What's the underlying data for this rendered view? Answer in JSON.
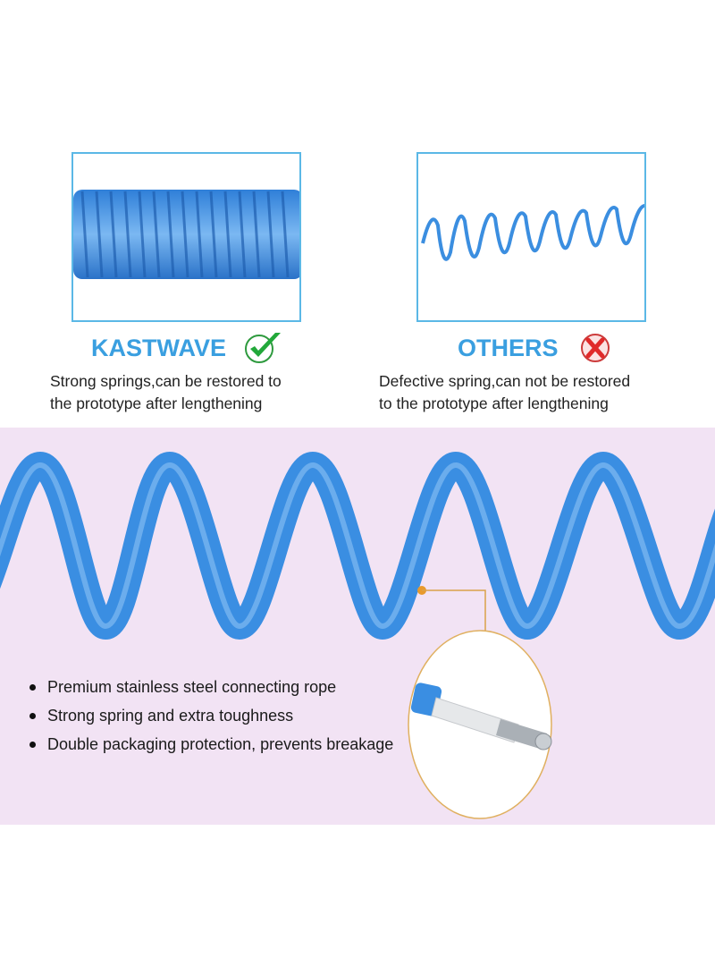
{
  "comparison": {
    "left": {
      "brand": "KASTWAVE",
      "icon": "check-icon",
      "description_line1": "Strong springs,can be restored to",
      "description_line2": "the prototype after lengthening"
    },
    "right": {
      "brand": "OTHERS",
      "icon": "cross-icon",
      "description_line1": "Defective spring,can not be restored",
      "description_line2": "to the prototype after lengthening"
    }
  },
  "features": [
    {
      "text": "Premium stainless steel connecting rope"
    },
    {
      "text": "Strong spring and extra toughness"
    },
    {
      "text": "Double packaging protection, prevents breakage"
    }
  ],
  "colors": {
    "brand_blue": "#3a9fe0",
    "spring_blue": "#3d8fe0",
    "pink_bg": "#f2e3f4",
    "accent_orange": "#e89a2c"
  }
}
